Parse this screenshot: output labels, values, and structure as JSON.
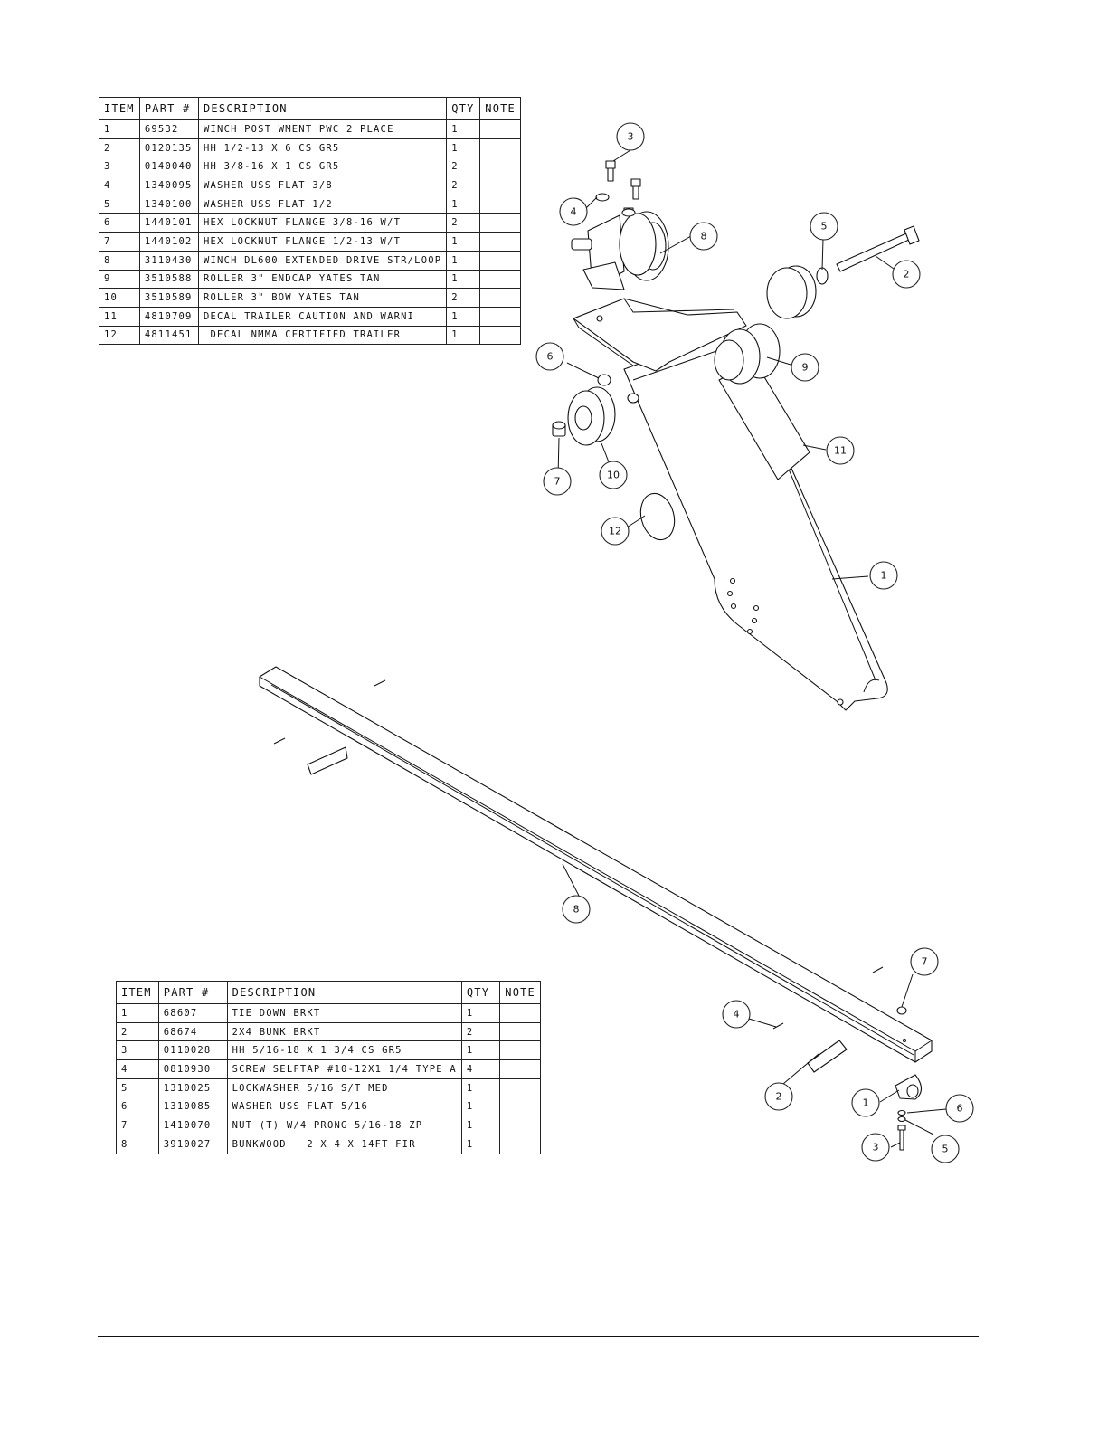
{
  "bom_tables": [
    {
      "headers": [
        "ITEM",
        "PART #",
        "DESCRIPTION",
        "QTY",
        "NOTE"
      ],
      "rows": [
        [
          "1",
          "69532",
          "WINCH POST WMENT PWC 2 PLACE",
          "1",
          ""
        ],
        [
          "2",
          "0120135",
          "HH 1/2-13 X 6 CS GR5",
          "1",
          ""
        ],
        [
          "3",
          "0140040",
          "HH 3/8-16 X 1 CS GR5",
          "2",
          ""
        ],
        [
          "4",
          "1340095",
          "WASHER USS FLAT 3/8",
          "2",
          ""
        ],
        [
          "5",
          "1340100",
          "WASHER USS FLAT 1/2",
          "1",
          ""
        ],
        [
          "6",
          "1440101",
          "HEX LOCKNUT FLANGE 3/8-16 W/T",
          "2",
          ""
        ],
        [
          "7",
          "1440102",
          "HEX LOCKNUT FLANGE 1/2-13 W/T",
          "1",
          ""
        ],
        [
          "8",
          "3110430",
          "WINCH DL600 EXTENDED DRIVE STR/LOOP",
          "1",
          ""
        ],
        [
          "9",
          "3510588",
          "ROLLER 3\" ENDCAP YATES TAN",
          "1",
          ""
        ],
        [
          "10",
          "3510589",
          "ROLLER 3\" BOW YATES TAN",
          "2",
          ""
        ],
        [
          "11",
          "4810709",
          "DECAL TRAILER CAUTION AND WARNI",
          "1",
          ""
        ],
        [
          "12",
          "4811451",
          " DECAL NMMA CERTIFIED TRAILER",
          "1",
          ""
        ]
      ]
    },
    {
      "headers": [
        "ITEM",
        "PART #",
        "DESCRIPTION",
        "QTY",
        "NOTE"
      ],
      "rows": [
        [
          "1",
          "68607",
          "TIE DOWN BRKT",
          "1",
          ""
        ],
        [
          "2",
          "68674",
          "2X4 BUNK BRKT",
          "2",
          ""
        ],
        [
          "3",
          "0110028",
          "HH 5/16-18 X 1 3/4 CS GR5",
          "1",
          ""
        ],
        [
          "4",
          "0810930",
          "SCREW SELFTAP #10-12X1 1/4 TYPE A",
          "4",
          ""
        ],
        [
          "5",
          "1310025",
          "LOCKWASHER 5/16 S/T MED",
          "1",
          ""
        ],
        [
          "6",
          "1310085",
          "WASHER USS FLAT 5/16",
          "1",
          ""
        ],
        [
          "7",
          "1410070",
          "NUT (T) W/4 PRONG 5/16-18 ZP",
          "1",
          ""
        ],
        [
          "8",
          "3910027",
          "BUNKWOOD   2 X 4 X 14FT FIR",
          "1",
          ""
        ]
      ]
    }
  ],
  "balloons_winch": [
    "3",
    "4",
    "8",
    "5",
    "2",
    "6",
    "9",
    "11",
    "7",
    "10",
    "12",
    "1"
  ],
  "balloons_bunk": [
    "8",
    "7",
    "4",
    "2",
    "1",
    "6",
    "3",
    "5"
  ]
}
